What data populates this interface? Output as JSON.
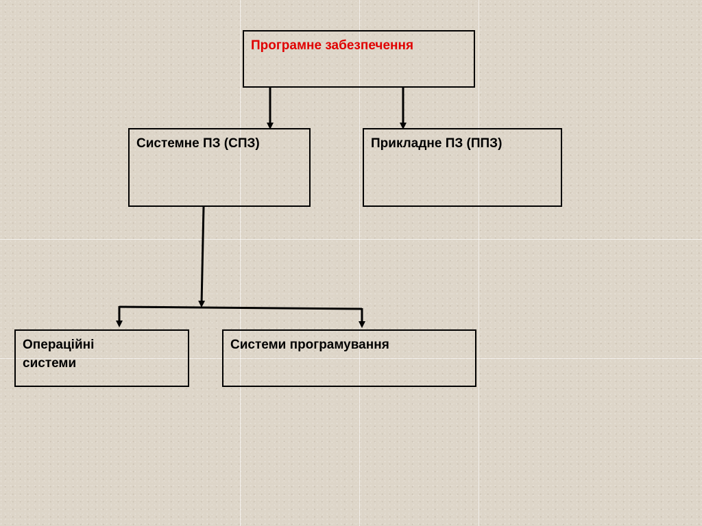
{
  "diagram": {
    "root": {
      "label": "Програмне забезпечення",
      "color": "#e00000"
    },
    "level1": [
      {
        "label": "Системне ПЗ (СПЗ)"
      },
      {
        "label": "Прикладне ПЗ (ППЗ)"
      }
    ],
    "level2": [
      {
        "label": "Операційні системи"
      },
      {
        "label": "Системи програмування"
      }
    ],
    "edges": [
      {
        "from": "Програмне забезпечення",
        "to": "Системне ПЗ (СПЗ)"
      },
      {
        "from": "Програмне забезпечення",
        "to": "Прикладне ПЗ (ППЗ)"
      },
      {
        "from": "Системне ПЗ (СПЗ)",
        "to": "Операційні системи"
      },
      {
        "from": "Системне ПЗ (СПЗ)",
        "to": "Системи програмування"
      }
    ],
    "line_color": "#000000"
  }
}
